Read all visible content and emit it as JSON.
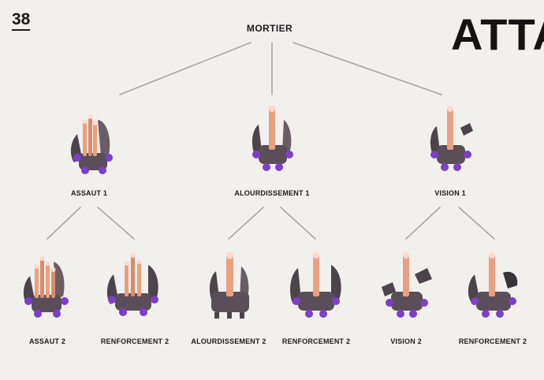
{
  "page_number": "38",
  "heading": "ATTA",
  "root": {
    "label": "MORTIER"
  },
  "level1": [
    {
      "label": "ASSAUT 1",
      "variant": "assault"
    },
    {
      "label": "ALOURDISSEMENT 1",
      "variant": "heavy"
    },
    {
      "label": "VISION 1",
      "variant": "vision"
    }
  ],
  "level2": [
    {
      "label": "ASSAUT 2",
      "variant": "assault"
    },
    {
      "label": "RENFORCEMENT 2",
      "variant": "assault-reinforced"
    },
    {
      "label": "ALOURDISSEMENT 2",
      "variant": "heavy"
    },
    {
      "label": "RENFORCEMENT 2",
      "variant": "heavy-reinforced"
    },
    {
      "label": "VISION 2",
      "variant": "vision"
    },
    {
      "label": "RENFORCEMENT 2",
      "variant": "vision-reinforced"
    }
  ],
  "colors": {
    "background": "#f1f0ec",
    "connector": "#a6a6a6",
    "turret_body": "#5a4e58",
    "barrel": "#e9a07f",
    "glow": "#ffd8d0",
    "accent_purple": "#7b3fc8"
  }
}
